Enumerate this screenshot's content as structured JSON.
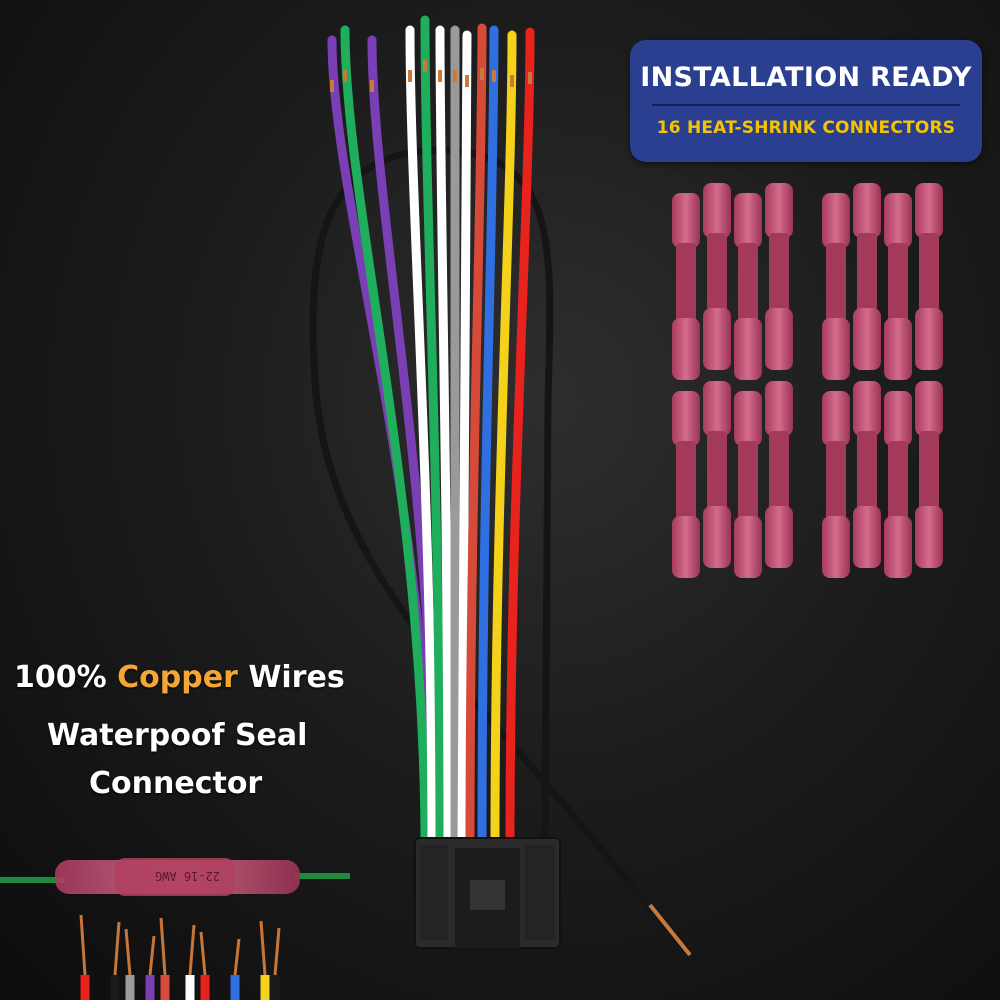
{
  "badge": {
    "title": "INSTALLATION READY",
    "subtitle": "16 HEAT-SHRINK CONNECTORS",
    "colors": {
      "background": "#2a3f8f",
      "title": "#ffffff",
      "subtitle": "#f5c400"
    }
  },
  "features": {
    "copper_prefix": "100%",
    "copper_accent": "Copper",
    "copper_suffix": "Wires",
    "waterproof": "Waterpoof Seal",
    "connector": "Connector",
    "accent_color": "#f3a536"
  },
  "connector_marking": "22-16 AWG",
  "connector_count": 16,
  "wire_colors": [
    "#7a3fb5",
    "#1fae5c",
    "#ffffff",
    "#9a9a9a",
    "#d64a3a",
    "#2f6fe0",
    "#f4d21c",
    "#e8231e",
    "#1a1a1a"
  ]
}
